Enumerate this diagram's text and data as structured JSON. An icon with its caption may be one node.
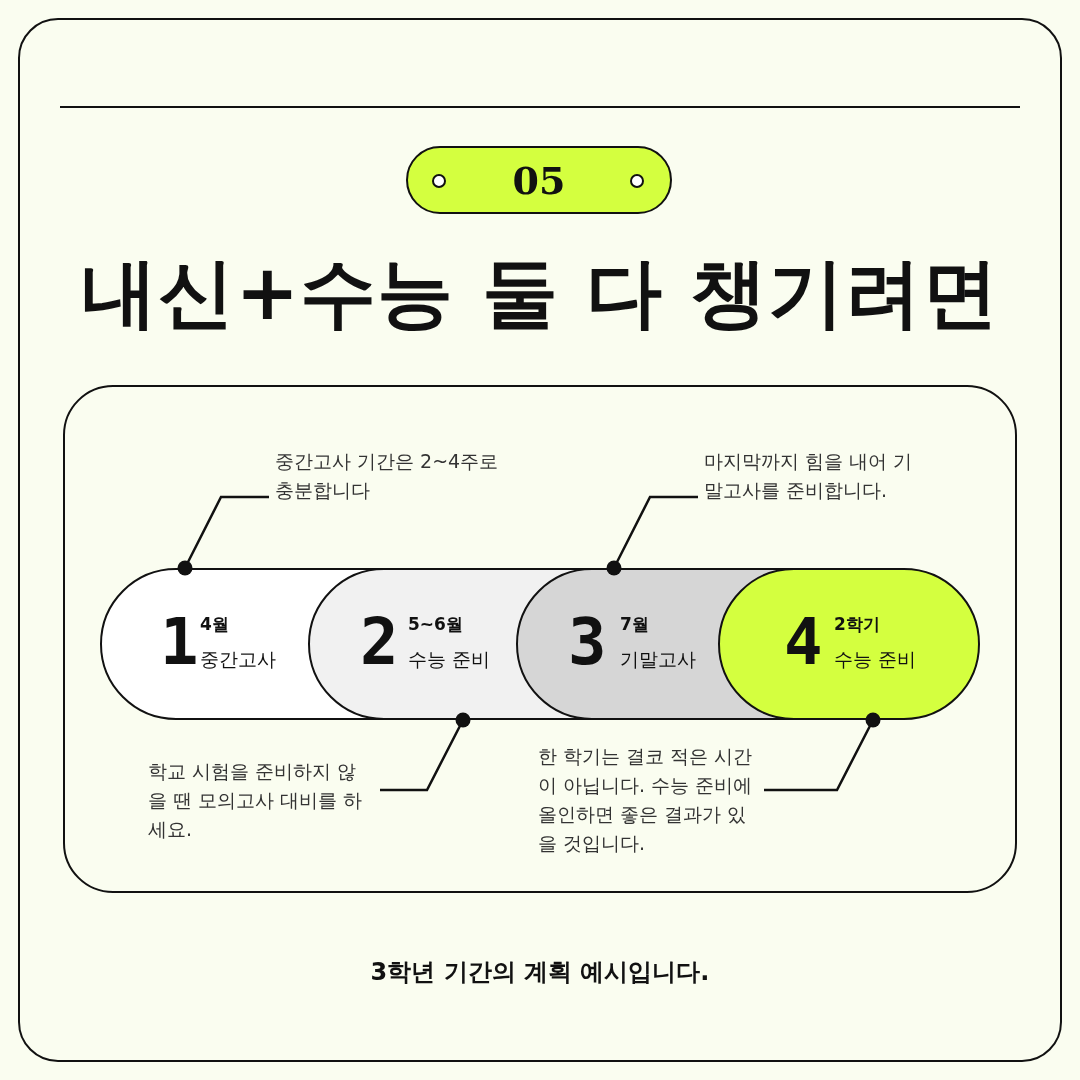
{
  "diagram": {
    "title": "내신+수능 둘 다 챙기려면",
    "caption": "3학년 기간의 계획 예시입니다.",
    "nodes": [
      {
        "text": [
          "05"
        ]
      },
      {
        "text": [
          "중간고사 기간은 2~4주로 충분합니다"
        ]
      },
      {
        "text": [
          "마지막까지 힘을 내어 기 말고사를 준비합니다."
        ]
      },
      {
        "text": [
          "1",
          "4월",
          "중간고사"
        ]
      },
      {
        "text": [
          "2",
          "5~6월",
          "수능 준비"
        ]
      },
      {
        "text": [
          "3",
          "7월",
          "기말고사"
        ]
      },
      {
        "text": [
          "4",
          "2학기",
          "수능 준비"
        ]
      },
      {
        "text": [
          "학교 시험을 준비하지 않 을 땐 모의고사 대비를 하 세요."
        ]
      },
      {
        "text": [
          "한 학기는 결코 적은 시간 이 아닙니다. 수능 준비에 올인하면 좋은 결과가 있 을 것입니다."
        ]
      }
    ],
    "edges": [
      {
        "from": 1,
        "to": 3,
        "arrow": "other"
      },
      {
        "from": 2,
        "to": 5,
        "arrow": "other"
      },
      {
        "from": 7,
        "to": 4,
        "arrow": "other"
      },
      {
        "from": 8,
        "to": 6,
        "arrow": "other"
      }
    ]
  }
}
